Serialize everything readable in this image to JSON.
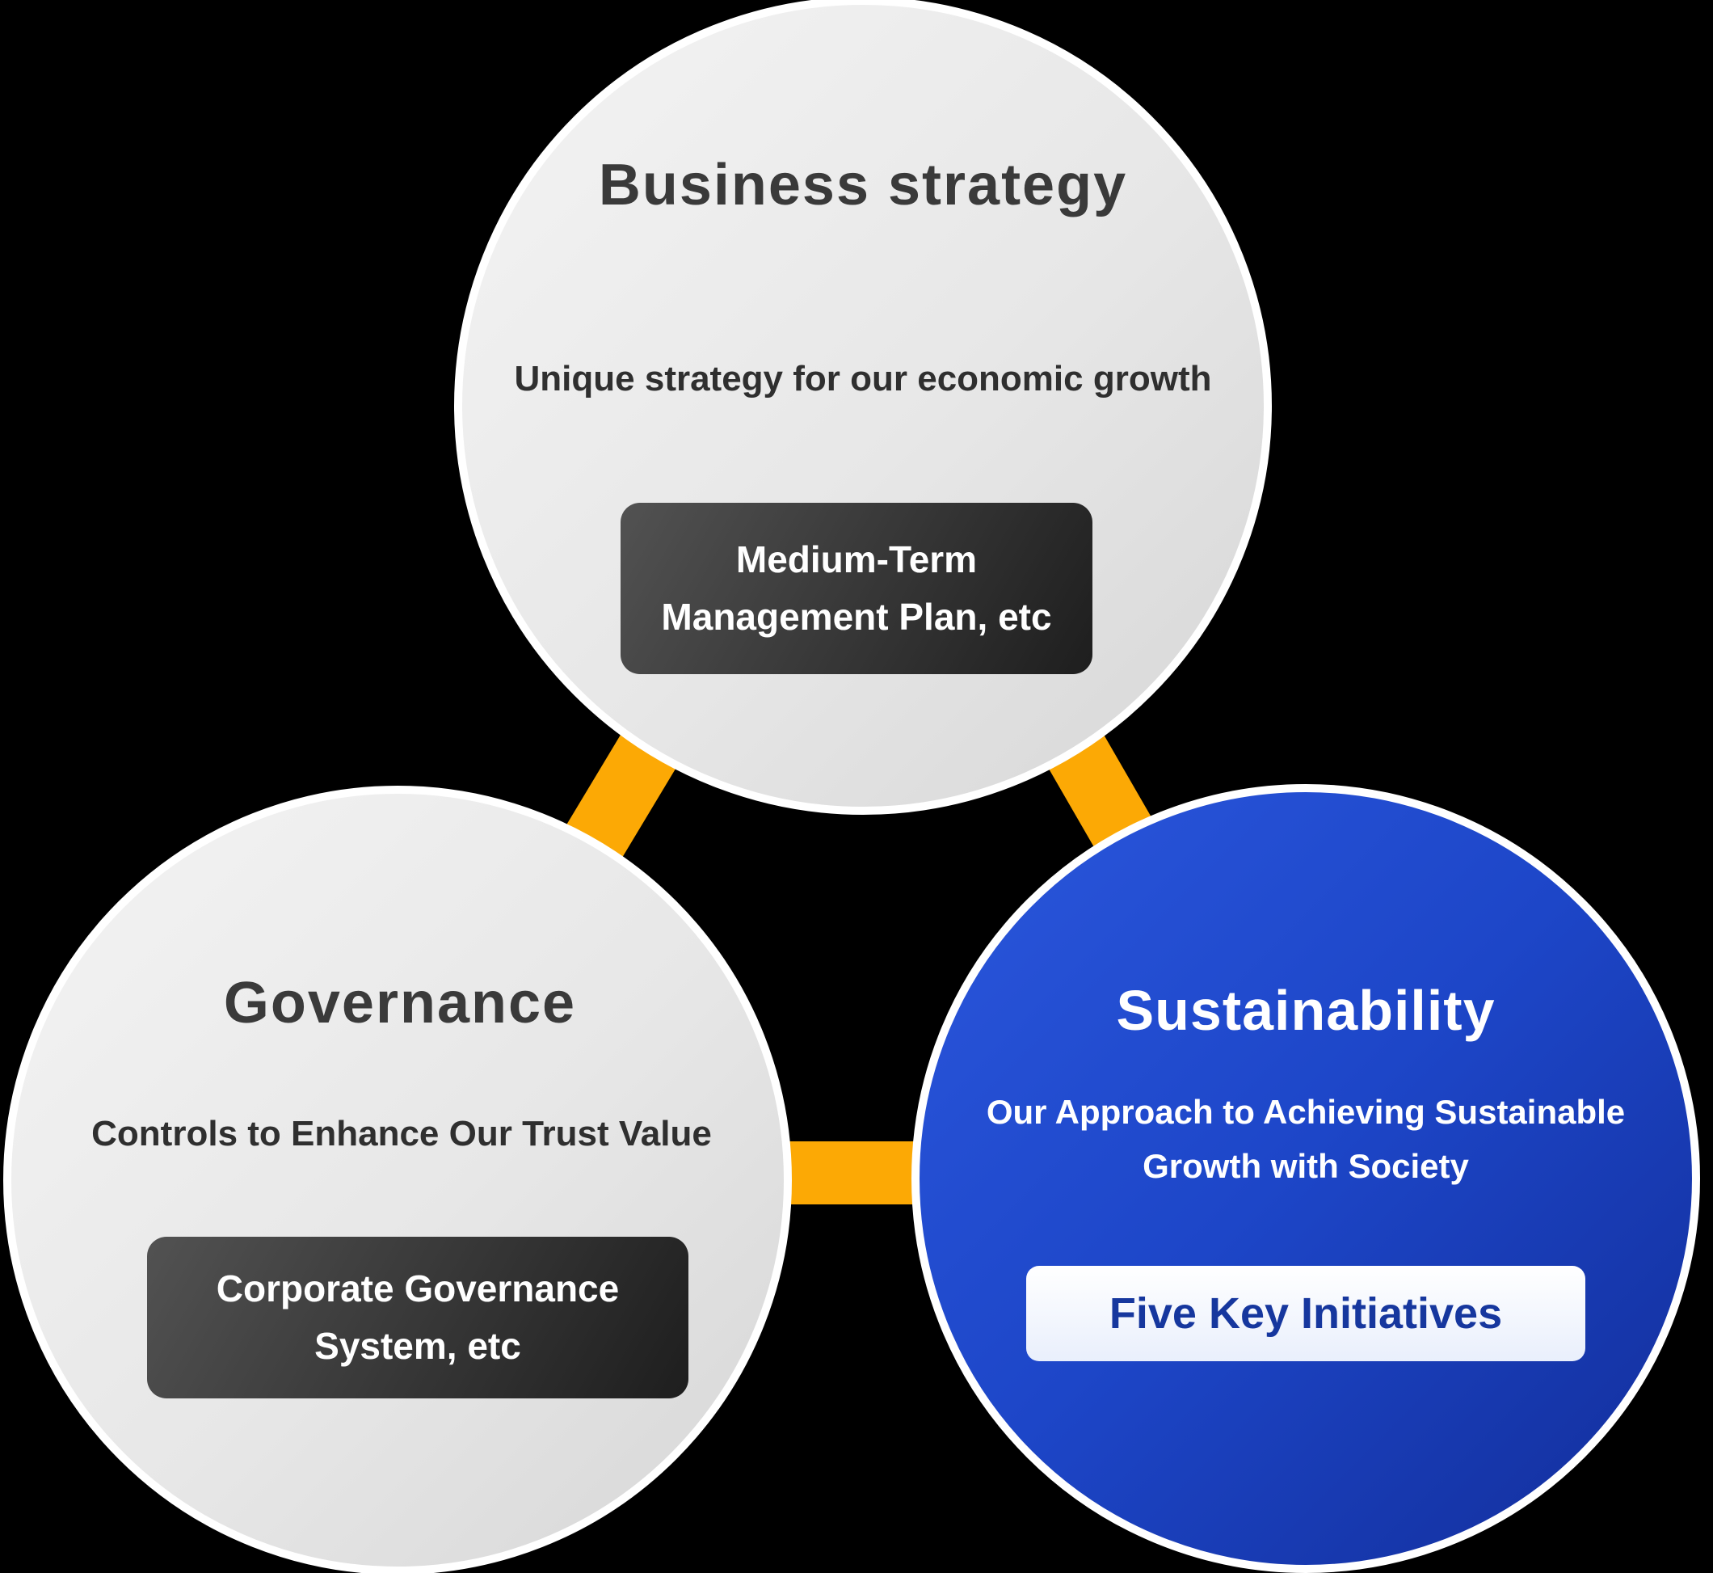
{
  "background": "#000000",
  "colors": {
    "background": "#000000",
    "orange": "#FCA905",
    "gray-light": "#f4f4f4",
    "gray-dark": "#d6d6d6",
    "blue-light": "#2b57dd",
    "blue-dark": "#122d99",
    "dark-btn-light": "#525252",
    "dark-btn-dark": "#1e1e1e",
    "title-gray": "#3a3a3a",
    "subtitle-gray": "#2f2f2f",
    "blue-btn-bg": "#e9effc",
    "blue-btn-text": "#16379e"
  },
  "circles": {
    "business": {
      "title": "Business strategy",
      "subtitle": "Unique strategy for our economic growth",
      "button_lines": [
        "Medium-Term",
        "Management Plan, etc"
      ]
    },
    "governance": {
      "title": "Governance",
      "subtitle": "Controls to Enhance Our Trust Value",
      "button_lines": [
        "Corporate Governance",
        "System, etc"
      ]
    },
    "sustainability": {
      "title": "Sustainability",
      "subtitle_lines": [
        "Our Approach to Achieving Sustainable",
        "Growth with Society"
      ],
      "button_label": "Five Key Initiatives"
    }
  }
}
